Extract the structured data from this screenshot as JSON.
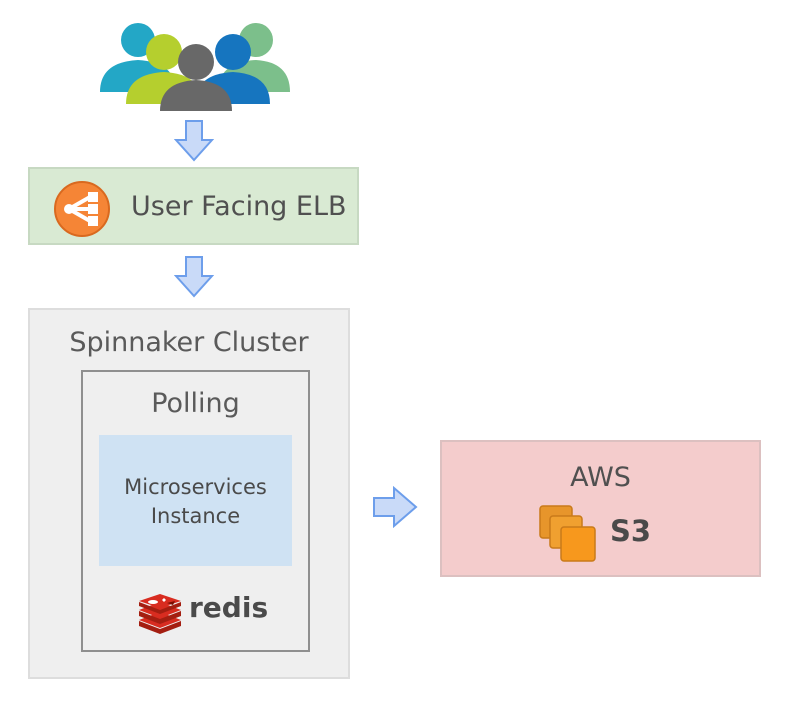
{
  "users": {
    "icon": "users-group-icon"
  },
  "elb": {
    "label": "User Facing ELB",
    "icon": "load-balancer-icon",
    "fill": "#d9ead3"
  },
  "cluster": {
    "label": "Spinnaker Cluster",
    "fill": "#efefef",
    "polling": {
      "label": "Polling",
      "microservices": {
        "line1": "Microservices",
        "line2": "Instance",
        "fill": "#cfe2f3"
      },
      "redis": {
        "label": "redis",
        "icon": "redis-icon"
      }
    }
  },
  "aws": {
    "label": "AWS",
    "fill": "#f4cccc",
    "s3": {
      "label": "S3",
      "icon": "s3-bucket-icon"
    }
  },
  "arrows": {
    "color": "#c9daf8",
    "stroke": "#6d9eeb"
  }
}
